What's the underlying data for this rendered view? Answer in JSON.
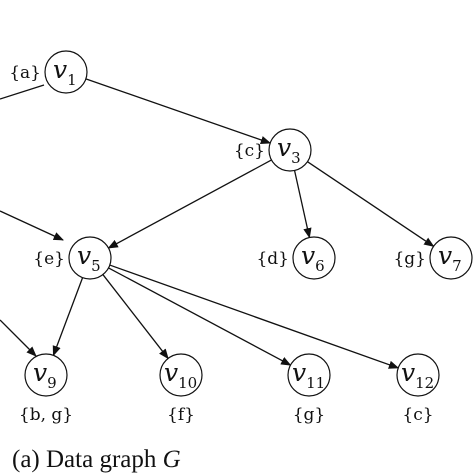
{
  "diagram": {
    "nodes": [
      {
        "id": "v1",
        "name": "v",
        "sub": "1",
        "tag": "{a}"
      },
      {
        "id": "v3",
        "name": "v",
        "sub": "3",
        "tag": "{c}"
      },
      {
        "id": "v5",
        "name": "v",
        "sub": "5",
        "tag": "{e}"
      },
      {
        "id": "v6",
        "name": "v",
        "sub": "6",
        "tag": "{d}"
      },
      {
        "id": "v7",
        "name": "v",
        "sub": "7",
        "tag": "{g}"
      },
      {
        "id": "v9",
        "name": "v",
        "sub": "9",
        "tag": "{b, g}"
      },
      {
        "id": "v10",
        "name": "v",
        "sub": "10",
        "tag": "{f}"
      },
      {
        "id": "v11",
        "name": "v",
        "sub": "11",
        "tag": "{g}"
      },
      {
        "id": "v12",
        "name": "v",
        "sub": "12",
        "tag": "{c}"
      }
    ],
    "edges": [
      {
        "from": "v1",
        "to": "v3"
      },
      {
        "from": "v3",
        "to": "v5"
      },
      {
        "from": "v3",
        "to": "v6"
      },
      {
        "from": "v3",
        "to": "v7"
      },
      {
        "from": "v5",
        "to": "v9"
      },
      {
        "from": "v5",
        "to": "v10"
      },
      {
        "from": "v5",
        "to": "v11"
      },
      {
        "from": "v5",
        "to": "v12"
      }
    ],
    "caption_prefix": "(a)  Data graph ",
    "caption_var": "G"
  }
}
